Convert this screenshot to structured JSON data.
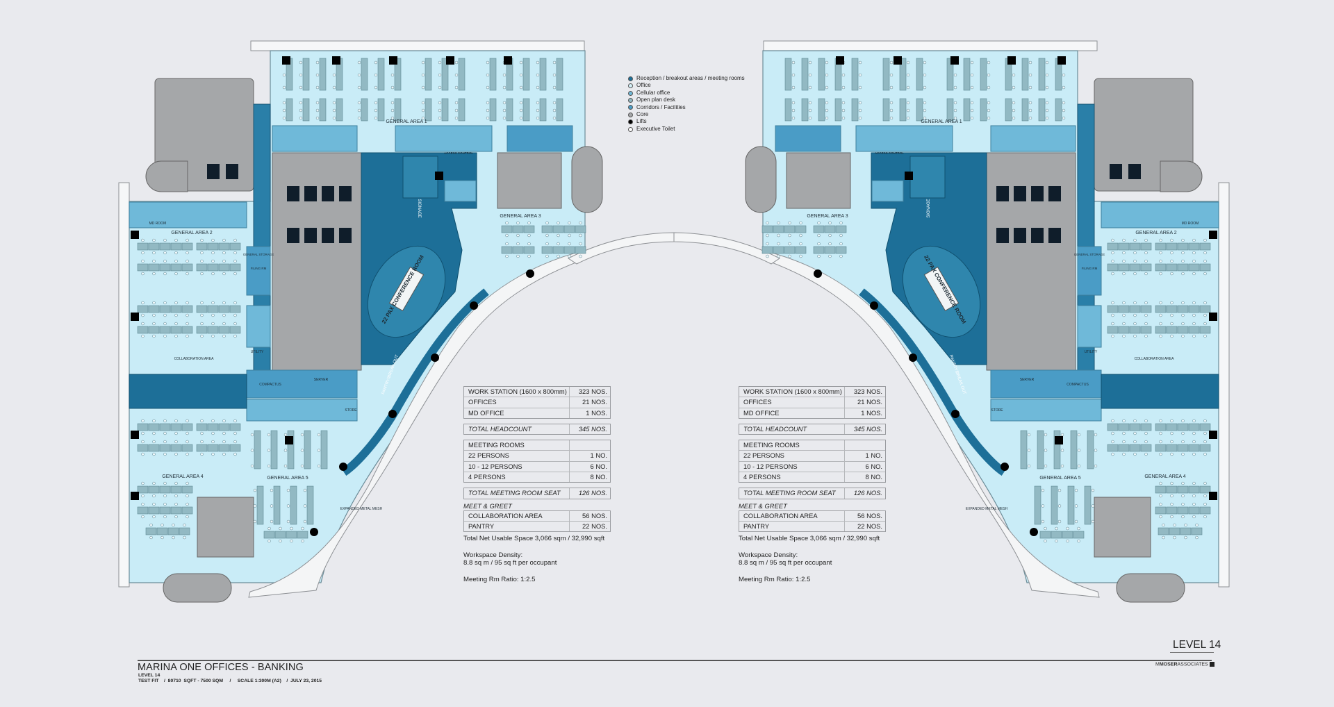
{
  "legend": [
    {
      "label": "Reception / breakout areas / meeting rooms",
      "color": "#1d6f98"
    },
    {
      "label": "Office",
      "color": "#d4f0f8"
    },
    {
      "label": "Cellular office",
      "color": "#6fb9d9"
    },
    {
      "label": "Open plan desk",
      "color": "#92b9c3"
    },
    {
      "label": "Corridors / Facilities",
      "color": "#4a9cc6"
    },
    {
      "label": "Core",
      "color": "#a5a7a9"
    },
    {
      "label": "Lifts",
      "color": "#000000"
    },
    {
      "label": "Executive Toilet",
      "color": "#ffffff"
    }
  ],
  "plan_labels": {
    "ga1": "GENERAL AREA 1",
    "ga2": "GENERAL AREA 2",
    "ga3": "GENERAL AREA 3",
    "ga4": "GENERAL AREA 4",
    "ga5": "GENERAL AREA 5",
    "md_room": "MD ROOM",
    "collab": "COLLABORATION AREA",
    "conference": "22 PAX CONFERENCE ROOM",
    "signage": "SIGNAGE",
    "pantry": "PANTRY/BREAK OUT",
    "mesh": "EXPANDED METAL MESH",
    "compactus": "COMPACTUS",
    "server": "SERVER",
    "utility": "UTILITY",
    "general_storage": "GENERAL STORAGE",
    "filing": "FILING RM",
    "store": "STORE",
    "access_control": "ACCESS CONTROL"
  },
  "schedule": {
    "tables": [
      [
        {
          "label": "WORK STATION (1600 x 800mm)",
          "value": "323 NOS."
        },
        {
          "label": "OFFICES",
          "value": "21 NOS."
        },
        {
          "label": "MD OFFICE",
          "value": "1 NOS."
        }
      ],
      [
        {
          "label": "TOTAL HEADCOUNT",
          "value": "345 NOS.",
          "italic": true
        }
      ],
      [
        {
          "label": "MEETING ROOMS",
          "value": ""
        },
        {
          "label": "22 PERSONS",
          "value": "1 NO."
        },
        {
          "label": "10 - 12 PERSONS",
          "value": "6 NO."
        },
        {
          "label": "4 PERSONS",
          "value": "8 NO."
        }
      ],
      [
        {
          "label": "TOTAL MEETING ROOM SEAT",
          "value": "126 NOS.",
          "italic": true
        }
      ]
    ],
    "meet_greet_heading": "MEET  & GREET",
    "meet_greet": [
      {
        "label": "COLLABORATION AREA",
        "value": "56 NOS."
      },
      {
        "label": "PANTRY",
        "value": "22 NOS."
      }
    ],
    "net_usable": "Total Net Usable Space 3,066 sqm / 32,990 sqft",
    "density_label": "Workspace Density:",
    "density_value": "8.8 sq m /  95 sq ft per occupant",
    "ratio": "Meeting Rm Ratio: 1:2.5"
  },
  "title_block": {
    "project": "MARINA ONE OFFICES - BANKING",
    "level": "LEVEL 14",
    "details": "TEST FIT    /  80710  SQFT - 7500 SQM     /     SCALE 1:300M (A2)    /  JULY 23, 2015",
    "level_label": "LEVEL 14"
  },
  "firm": {
    "prefix": "M",
    "bold": "MOSER",
    "rest": "ASSOCIATES"
  }
}
